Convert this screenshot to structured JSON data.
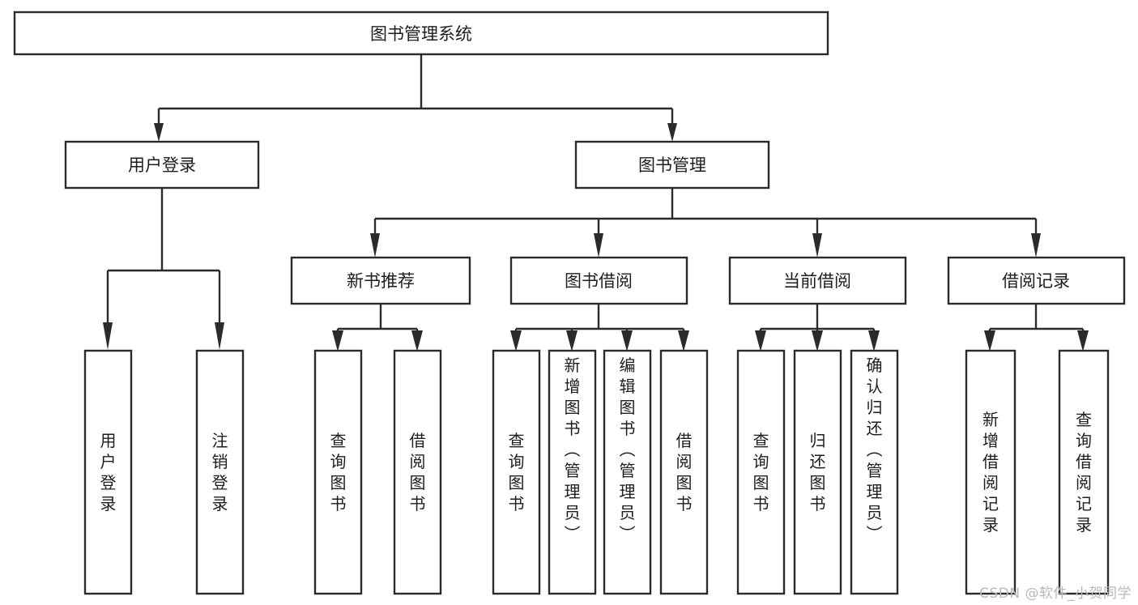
{
  "diagram": {
    "title": "图书管理系统",
    "type": "tree-hierarchy",
    "root": {
      "label": "图书管理系统"
    },
    "level2": [
      {
        "id": "user-login",
        "label": "用户登录"
      },
      {
        "id": "book-manage",
        "label": "图书管理"
      }
    ],
    "level3": [
      {
        "id": "new-book-recommend",
        "label": "新书推荐",
        "parent": "book-manage"
      },
      {
        "id": "book-borrow",
        "label": "图书借阅",
        "parent": "book-manage"
      },
      {
        "id": "current-borrow",
        "label": "当前借阅",
        "parent": "book-manage"
      },
      {
        "id": "borrow-record",
        "label": "借阅记录",
        "parent": "book-manage"
      }
    ],
    "leaves": {
      "user-login": [
        {
          "id": "leaf-user-login",
          "label": "用户登录"
        },
        {
          "id": "leaf-user-logout",
          "label": "注销登录"
        }
      ],
      "new-book-recommend": [
        {
          "id": "leaf-query-book-1",
          "label": "查询图书"
        },
        {
          "id": "leaf-borrow-book-1",
          "label": "借阅图书"
        }
      ],
      "book-borrow": [
        {
          "id": "leaf-query-book-2",
          "label": "查询图书"
        },
        {
          "id": "leaf-add-book",
          "label": "新增图书（管理员）"
        },
        {
          "id": "leaf-edit-book",
          "label": "编辑图书（管理员）"
        },
        {
          "id": "leaf-borrow-book-2",
          "label": "借阅图书"
        }
      ],
      "current-borrow": [
        {
          "id": "leaf-query-book-3",
          "label": "查询图书"
        },
        {
          "id": "leaf-return-book",
          "label": "归还图书"
        },
        {
          "id": "leaf-confirm-return",
          "label": "确认归还（管理员）"
        }
      ],
      "borrow-record": [
        {
          "id": "leaf-add-record",
          "label": "新增借阅记录"
        },
        {
          "id": "leaf-query-record",
          "label": "查询借阅记录"
        }
      ]
    }
  },
  "watermark": {
    "text": "CSDN @软件_小贺同学"
  },
  "colors": {
    "stroke": "#2b2b2b",
    "fill": "#ffffff",
    "text": "#1d1d1d",
    "watermark": "#b9b9b9"
  }
}
